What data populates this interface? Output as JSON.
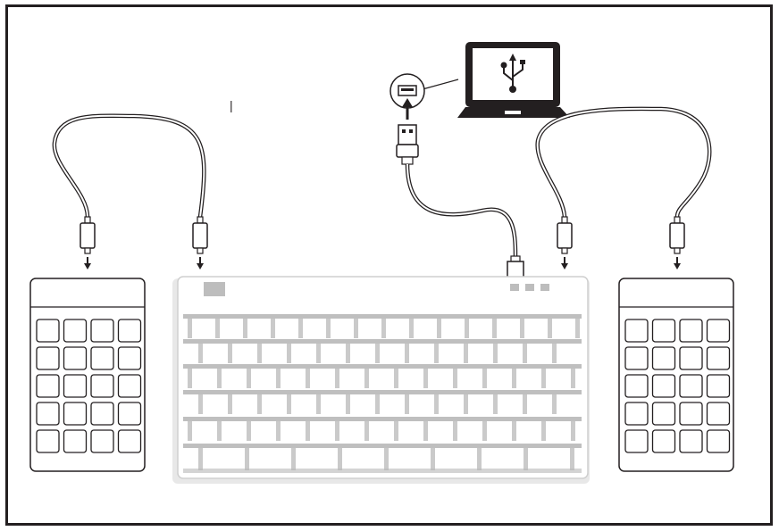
{
  "diagram": {
    "components": {
      "laptop": {
        "icon": "usb-icon"
      },
      "usb_port": {
        "icon": "usb-port-icon"
      },
      "keyboard": {
        "key_rows": 6,
        "indicator_leds": 3
      },
      "numpad_left": {
        "rows": 5,
        "cols": 4
      },
      "numpad_right": {
        "rows": 5,
        "cols": 4
      }
    },
    "connections": [
      {
        "from": "keyboard",
        "to": "laptop",
        "connector": "usb-a"
      },
      {
        "from": "numpad_left",
        "to": "keyboard",
        "connector": "micro-usb"
      },
      {
        "from": "numpad_right",
        "to": "keyboard",
        "connector": "micro-usb"
      }
    ],
    "colors": {
      "line": "#231f20",
      "key_fill": "#ffffff",
      "blur_key": "#b8b8b8"
    }
  }
}
